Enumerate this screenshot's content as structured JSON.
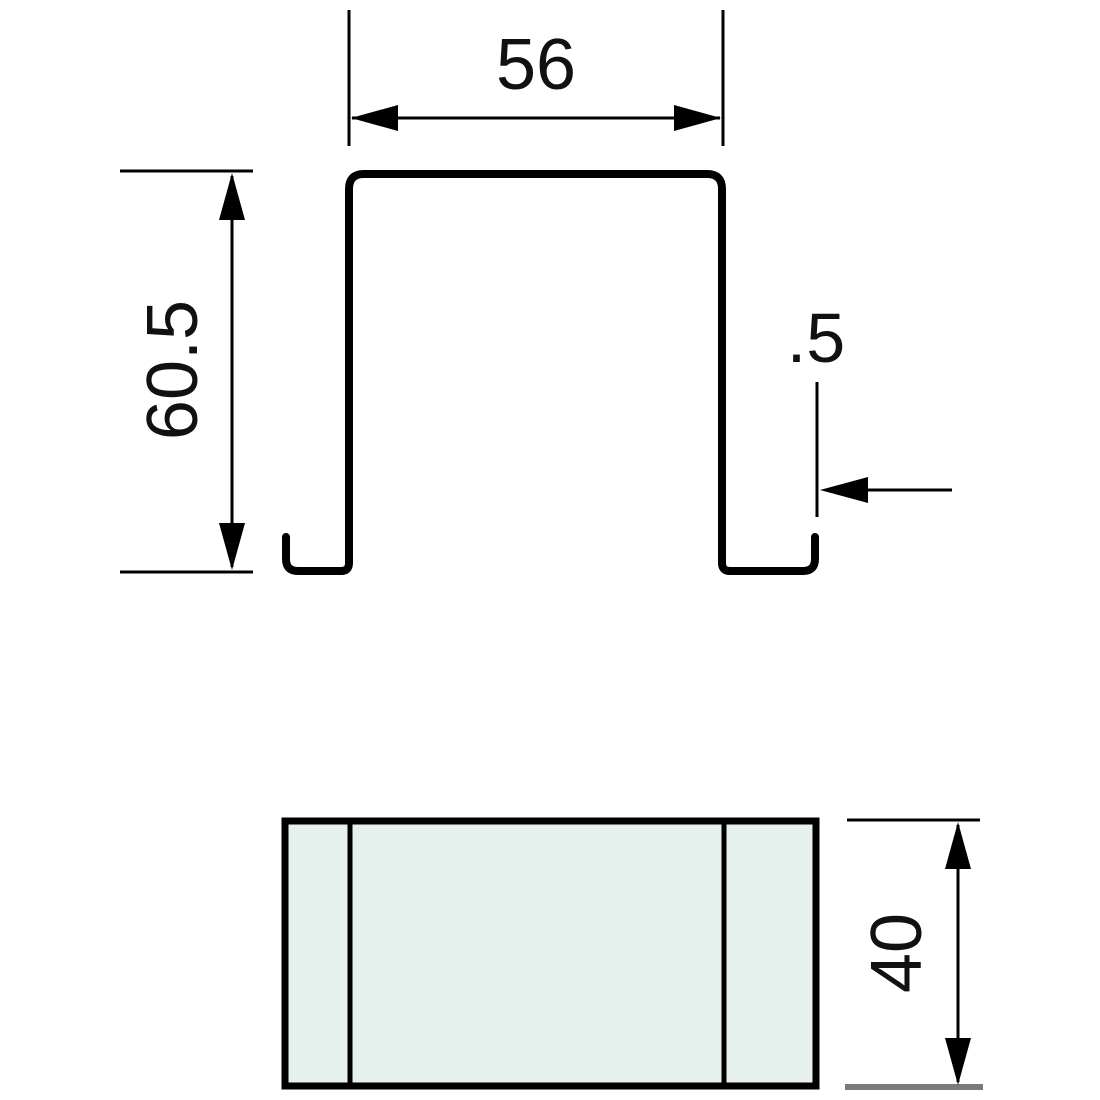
{
  "drawing": {
    "dimensions": {
      "width": {
        "label": "56"
      },
      "height": {
        "label": "60.5"
      },
      "thickness": {
        "label": ".5"
      },
      "depth": {
        "label": "40"
      }
    },
    "colors": {
      "line": "#000000",
      "label": "#111111",
      "plate_fill": "#e6f0ed",
      "muted_line": "#7a7a7a",
      "background": "#ffffff"
    }
  }
}
